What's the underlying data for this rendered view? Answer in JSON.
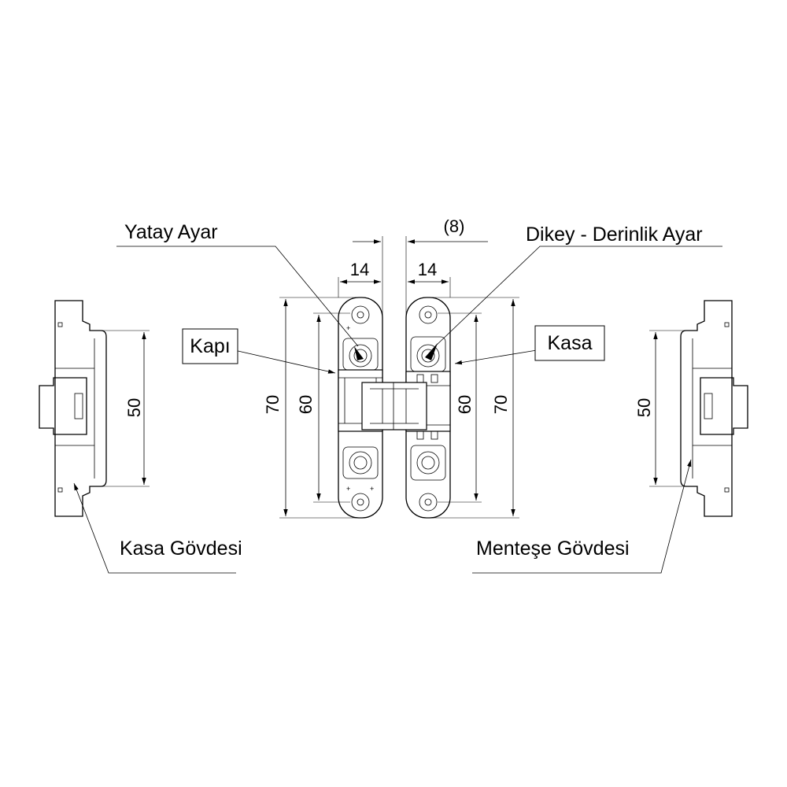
{
  "labels": {
    "yatay_ayar": "Yatay Ayar",
    "dikey_derinlik_ayar": "Dikey - Derinlik Ayar",
    "kapi": "Kapı",
    "kasa": "Kasa",
    "kasa_govdesi": "Kasa Gövdesi",
    "mentese_govdesi": "Menteşe Gövdesi"
  },
  "dimensions": {
    "gap": "(8)",
    "width_left": "14",
    "width_right": "14",
    "height_outer_left": "70",
    "height_inner_left": "60",
    "height_inner_right": "60",
    "height_outer_right": "70",
    "side_left": "50",
    "side_right": "50"
  }
}
